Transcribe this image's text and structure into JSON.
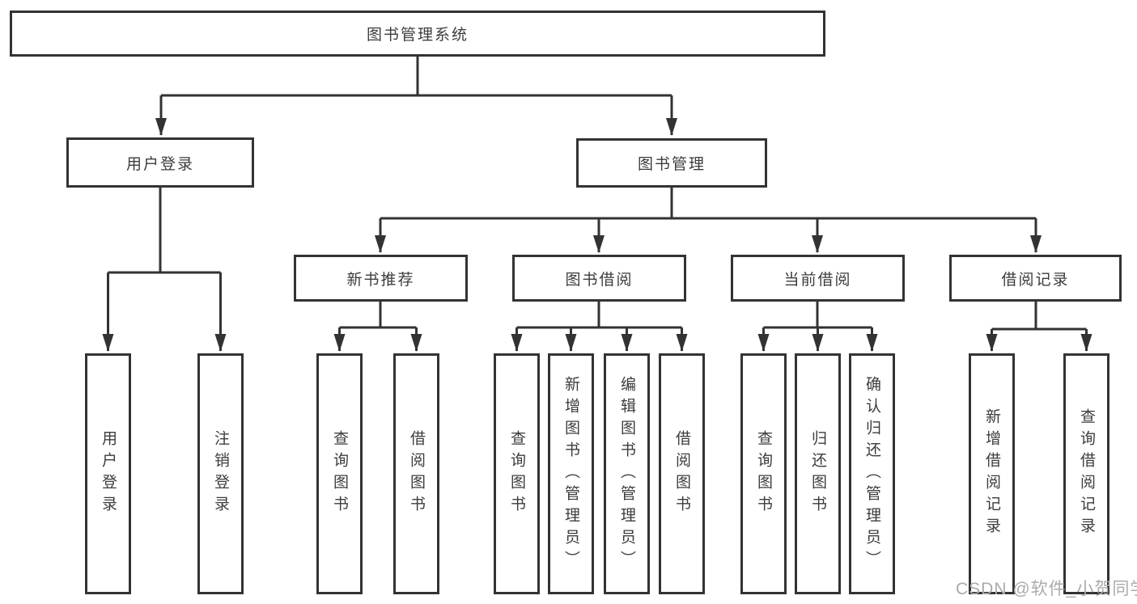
{
  "tree": {
    "label": "图书管理系统",
    "children": [
      {
        "label": "用户登录",
        "children": [
          {
            "label": "用户登录"
          },
          {
            "label": "注销登录"
          }
        ]
      },
      {
        "label": "图书管理",
        "children": [
          {
            "label": "新书推荐",
            "children": [
              {
                "label": "查询图书"
              },
              {
                "label": "借阅图书"
              }
            ]
          },
          {
            "label": "图书借阅",
            "children": [
              {
                "label": "查询图书"
              },
              {
                "label": "新增图书（管理员）"
              },
              {
                "label": "编辑图书（管理员）"
              },
              {
                "label": "借阅图书"
              }
            ]
          },
          {
            "label": "当前借阅",
            "children": [
              {
                "label": "查询图书"
              },
              {
                "label": "归还图书"
              },
              {
                "label": "确认归还（管理员）"
              }
            ]
          },
          {
            "label": "借阅记录",
            "children": [
              {
                "label": "新增借阅记录"
              },
              {
                "label": "查询借阅记录"
              }
            ]
          }
        ]
      }
    ]
  },
  "watermark": {
    "text": "CSDN @软件_小贺同学"
  },
  "colors": {
    "line": "#333333",
    "text": "#3c3c3c",
    "watermark": "#ababab",
    "background": "#ffffff"
  }
}
